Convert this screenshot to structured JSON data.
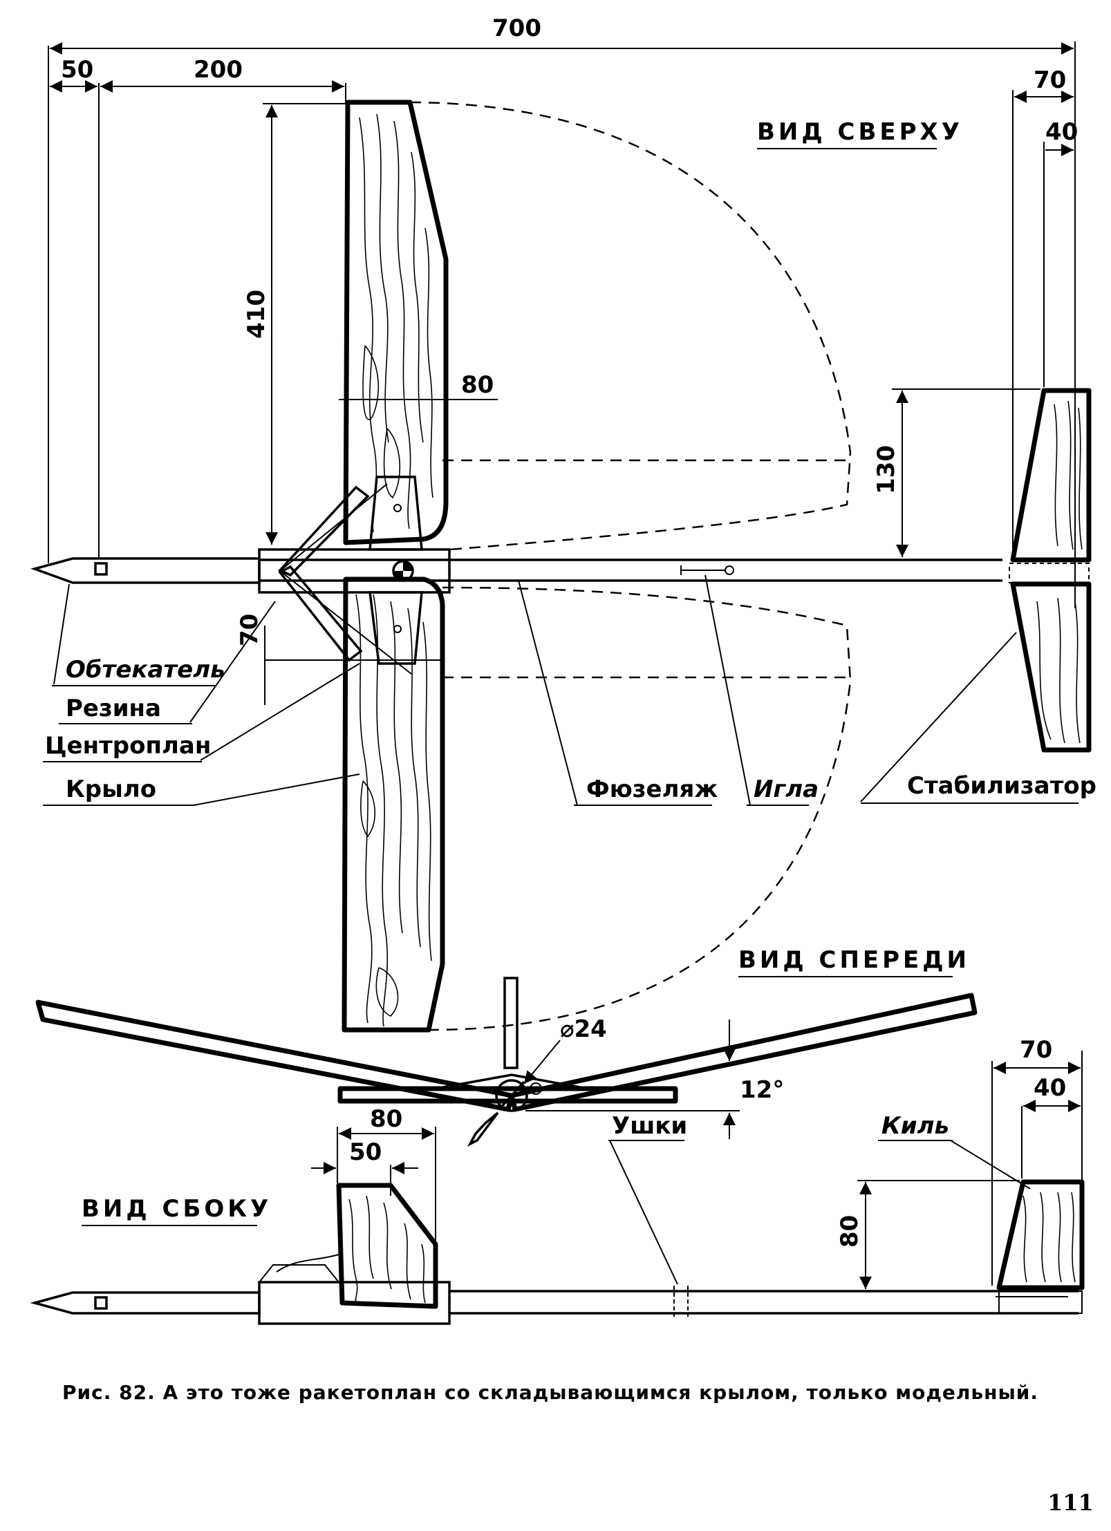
{
  "views": {
    "top": "ВИД СВЕРХУ",
    "front": "ВИД СПЕРЕДИ",
    "side": "ВИД СБОКУ"
  },
  "dimensions": {
    "overall_length": "700",
    "nose": "50",
    "nose_to_wing": "200",
    "half_span": "410",
    "wing_chord": "80",
    "wing_offset": "70",
    "stab_half_span": "130",
    "stab_root": "70",
    "stab_tip": "40",
    "fuselage_diameter": "⌀24",
    "dihedral": "12°",
    "side_root": "80",
    "side_tip": "50",
    "fin_root": "70",
    "fin_tip": "40",
    "fin_height": "80"
  },
  "labels": {
    "fairing": "Обтекатель",
    "rubber": "Резина",
    "center_section": "Центроплан",
    "wing": "Крыло",
    "fuselage": "Фюзеляж",
    "needle": "Игла",
    "stabilizer": "Стабилизатор",
    "lugs": "Ушки",
    "fin": "Киль"
  },
  "caption": "Рис. 82. А это тоже ракетоплан со складывающимся крылом, только модельный.",
  "page_number": "111"
}
